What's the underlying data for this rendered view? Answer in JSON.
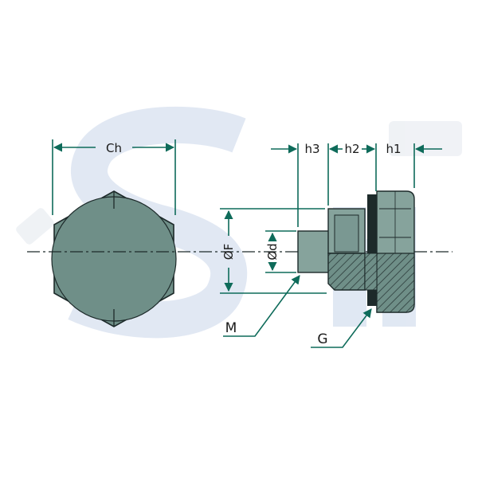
{
  "diagram": {
    "labels": {
      "ch": "Ch",
      "h3": "h3",
      "h2": "h2",
      "h1": "h1",
      "of": "ØF",
      "od": "Ød",
      "m": "M",
      "g": "G"
    },
    "colors": {
      "dimension": "#0e6b5a",
      "part_fill": "#6f8f88",
      "part_fill_light": "#86a39c",
      "outline": "#1d2a2a",
      "watermark": "#c8d6ea"
    }
  }
}
